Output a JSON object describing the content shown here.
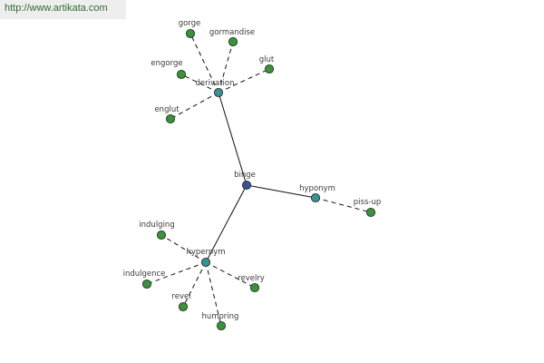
{
  "watermark": "http://www.artikata.com",
  "colors": {
    "root": "#3d4fa0",
    "relation": "#3f8f9a",
    "leaf": "#3f8f3f",
    "stroke": "#1a3d1a",
    "line": "#111111"
  },
  "root": "binge",
  "relations": [
    {
      "label": "derivation",
      "leaves": [
        "gorge",
        "gormandise",
        "glut",
        "engorge",
        "englut"
      ]
    },
    {
      "label": "hyponym",
      "leaves": [
        "piss-up"
      ]
    },
    {
      "label": "hypernym",
      "leaves": [
        "indulging",
        "indulgence",
        "revel",
        "humoring",
        "revelry"
      ]
    }
  ]
}
